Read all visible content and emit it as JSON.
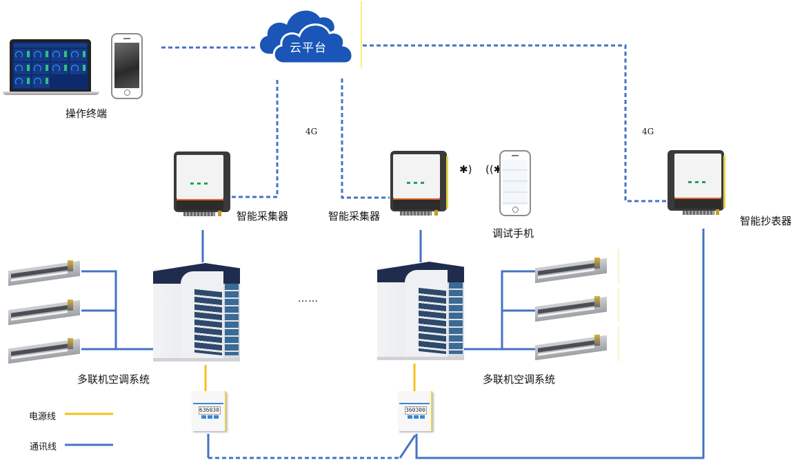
{
  "colors": {
    "power_line": "#f5bf1c",
    "comm_line": "#4472c4",
    "cloud": "#1a56b8",
    "wireless_dashed": "#4472c4"
  },
  "cloud": {
    "label": "云平台",
    "icon": "cloud-icon"
  },
  "terminal": {
    "label": "操作终端",
    "devices": [
      "laptop-icon",
      "smartphone-icon"
    ]
  },
  "links": {
    "left_4g": "4G",
    "right_4g": "4G"
  },
  "collectors": [
    {
      "label": "智能采集器"
    },
    {
      "label": "智能采集器"
    }
  ],
  "meter_reader": {
    "label": "智能抄表器"
  },
  "debug_phone": {
    "label": "调试手机",
    "bluetooth_icons": [
      "bluetooth-icon",
      "bluetooth-icon"
    ]
  },
  "systems": [
    {
      "label": "多联机空调系统",
      "indoor_units": 3
    },
    {
      "label": "多联机空调系统",
      "indoor_units": 3
    }
  ],
  "ellipsis": "……",
  "meters": [
    {
      "display": "636030.0"
    },
    {
      "display": "360300.0"
    }
  ],
  "legend": [
    {
      "label": "电源线",
      "type": "power"
    },
    {
      "label": "通讯线",
      "type": "comm"
    }
  ]
}
